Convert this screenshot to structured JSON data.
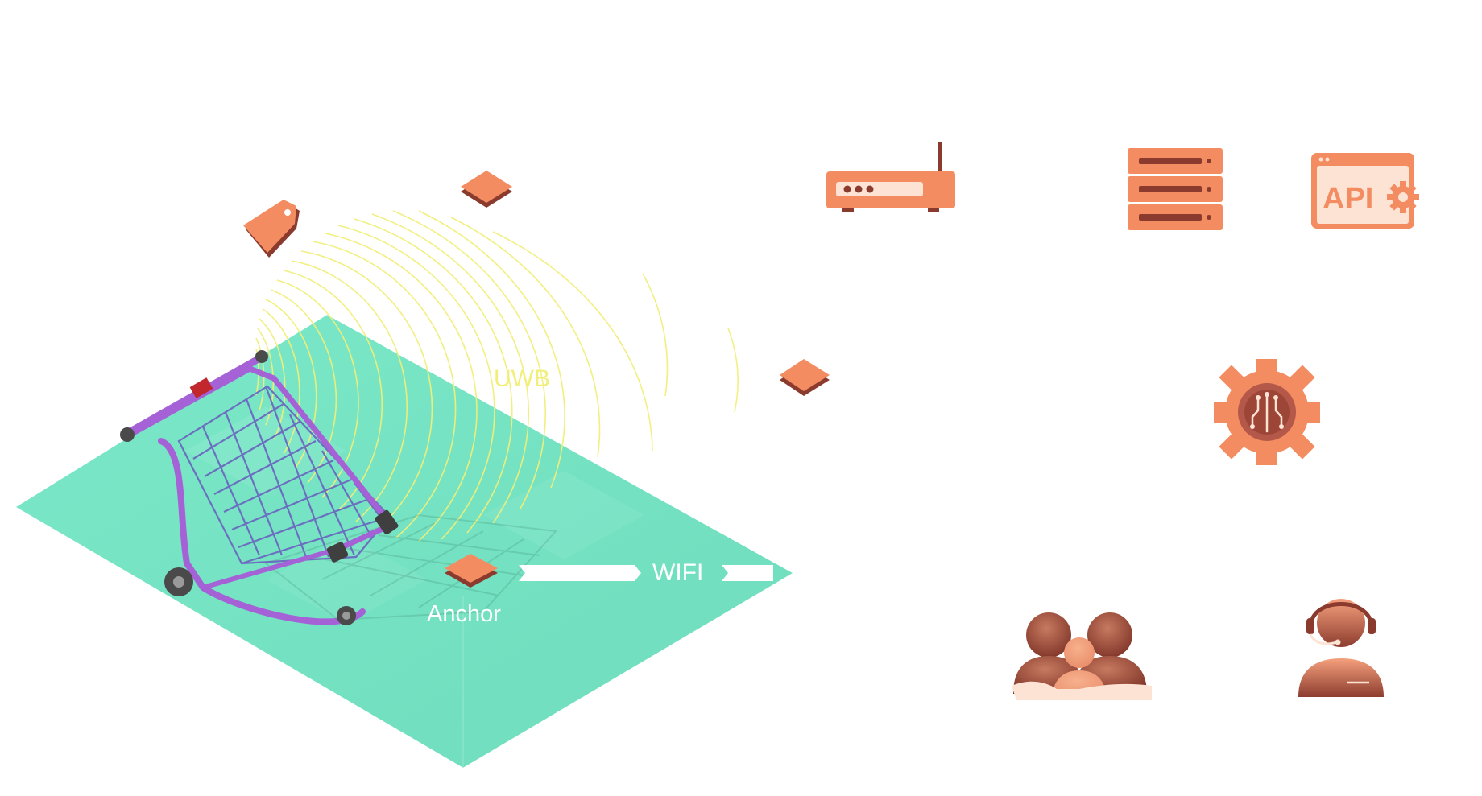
{
  "labels": {
    "uwb": "UWB",
    "wifi": "WIFI",
    "anchor": "Anchor",
    "api": "API"
  },
  "icons": [
    "price-tag-icon",
    "uwb-anchor-icon",
    "wifi-router-icon",
    "server-rack-icon",
    "api-settings-icon",
    "ai-chip-gear-icon",
    "family-group-icon",
    "customer-support-agent-icon",
    "shopping-cart-icon"
  ],
  "colors": {
    "floor": "#73e6c2",
    "accent_orange": "#f48c62",
    "dark_brown": "#8b3a2e",
    "cart_purple": "#a561d6",
    "cart_grid": "#6b6fbf",
    "uwb_wave": "#f1ef7a",
    "wifi_arrow": "#ffffff"
  }
}
